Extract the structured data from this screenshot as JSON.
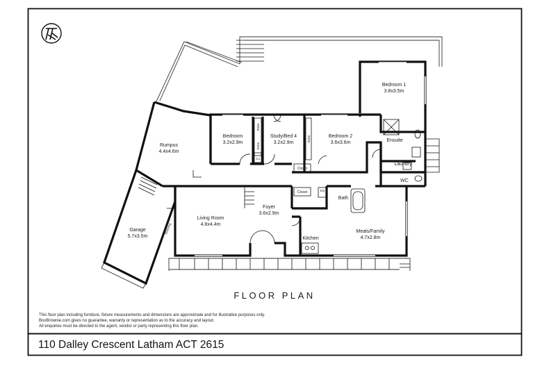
{
  "rooms": {
    "rumpus": {
      "name": "Rumpus",
      "size": "4.4x4.6m"
    },
    "bedroom": {
      "name": "Bedroom",
      "size": "3.2x2.9m"
    },
    "study": {
      "name": "Study/Bed 4",
      "size": "3.2x2.9m"
    },
    "bedroom2": {
      "name": "Bedroom 2",
      "size": "3.6x3.6m"
    },
    "bedroom1": {
      "name": "Bedroom 1",
      "size": "3.8x3.5m"
    },
    "garage": {
      "name": "Garage",
      "size": "5.7x3.5m"
    },
    "living": {
      "name": "Living Room",
      "size": "4.8x4.4m"
    },
    "foyer": {
      "name": "Foyer",
      "size": "3.6x2.9m"
    },
    "meals": {
      "name": "Meals/Family",
      "size": "4.7x2.8m"
    }
  },
  "fixtures": {
    "ensuite": "Ensuite",
    "laundry": "Laundry",
    "wc": "WC",
    "bath": "Bath",
    "kitchen": "Kitchen",
    "closet1": "Closet",
    "closet2": "Closet",
    "robe1": "Robe",
    "robe2": "Robe",
    "robe3": "Robe",
    "cu": "Cu",
    "dry": "Dry",
    "shelving": "Shelving"
  },
  "title": "FLOOR PLAN",
  "disclaimer": [
    "This floor plan including furniture, fixture measurements and dimensions are approximate and for illustrative purposes only.",
    "BoxBrownie.com gives no guarantee, warranty or representation as to the accuracy and layout.",
    "All enquiries must be directed to the agent, vendor or party representing this floor plan."
  ],
  "address": "110 Dalley Crescent Latham ACT 2615",
  "colors": {
    "border": "#111111",
    "walls": "#111111",
    "background": "#ffffff"
  },
  "icons": {
    "logo": "agency-monogram-icon"
  }
}
